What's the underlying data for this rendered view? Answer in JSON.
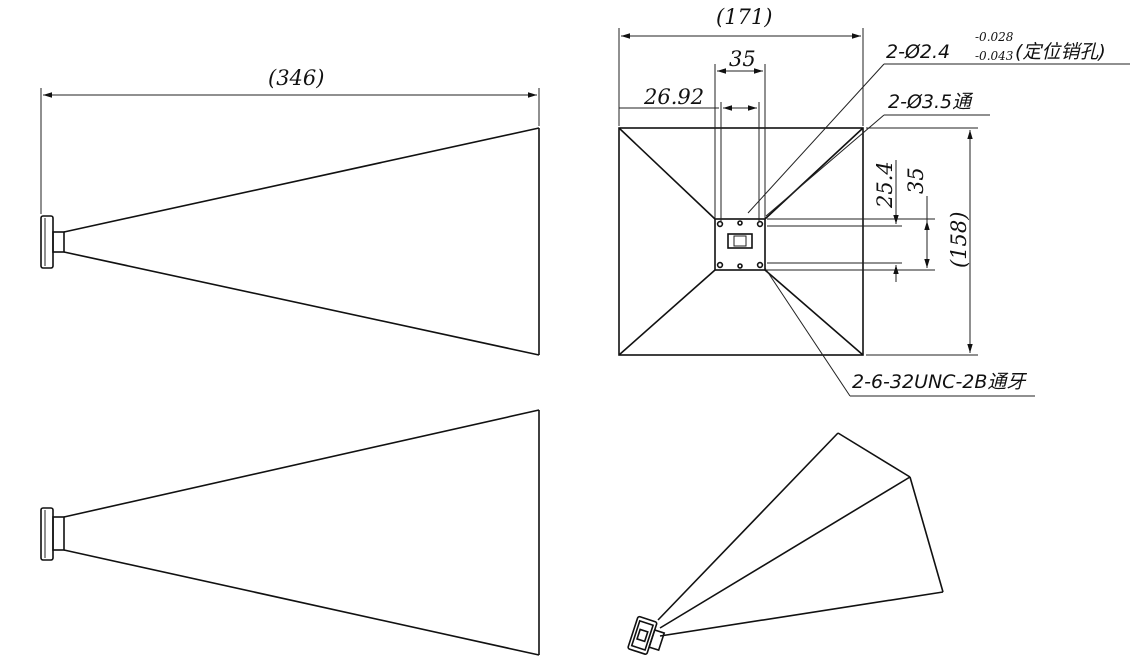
{
  "drawing": {
    "dims": {
      "overall_length": "(346)",
      "aperture_width": "(171)",
      "aperture_height": "(158)",
      "flange_width": "35",
      "flange_hole_offset_x": "26.92",
      "flange_height": "35",
      "flange_hole_offset_y": "25.4"
    },
    "notes": {
      "pin_hole_main": "2-Ø2.4",
      "pin_hole_tol_upper": "-0.028",
      "pin_hole_tol_lower": "-0.043",
      "pin_hole_suffix": "(定位销孔)",
      "through_hole": "2-Ø3.5通",
      "thread": "2-6-32UNC-2B通牙"
    }
  }
}
